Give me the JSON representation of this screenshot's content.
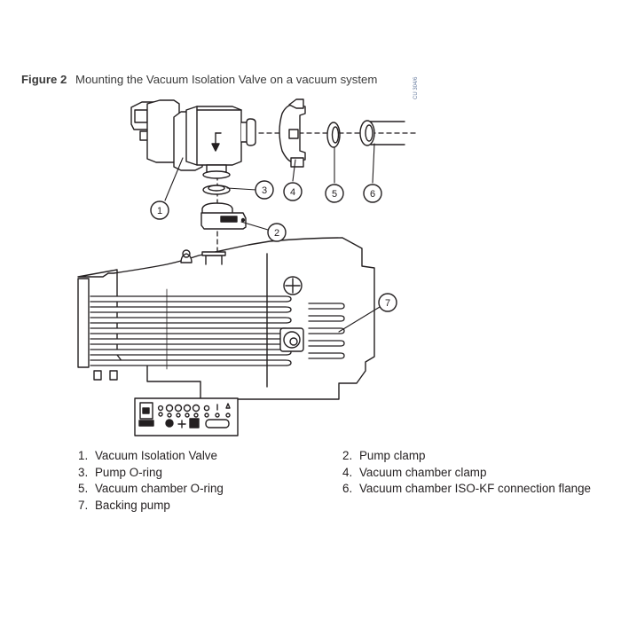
{
  "figure": {
    "number": "Figure 2",
    "title": "Mounting the Vacuum Isolation Valve on a vacuum system"
  },
  "drawing_code": "CU 304/6",
  "callouts": [
    "1",
    "2",
    "3",
    "4",
    "5",
    "6",
    "7"
  ],
  "legend": {
    "left": [
      {
        "num": "1.",
        "label": "Vacuum Isolation Valve"
      },
      {
        "num": "3.",
        "label": "Pump O-ring"
      },
      {
        "num": "5.",
        "label": "Vacuum chamber O-ring"
      },
      {
        "num": "7.",
        "label": "Backing pump"
      }
    ],
    "right": [
      {
        "num": "2.",
        "label": "Pump clamp"
      },
      {
        "num": "4.",
        "label": "Vacuum chamber clamp"
      },
      {
        "num": "6.",
        "label": "Vacuum chamber ISO-KF connection flange"
      }
    ]
  },
  "colors": {
    "line": "#231f20",
    "text": "#231f20",
    "code": "#6a7ea0"
  }
}
